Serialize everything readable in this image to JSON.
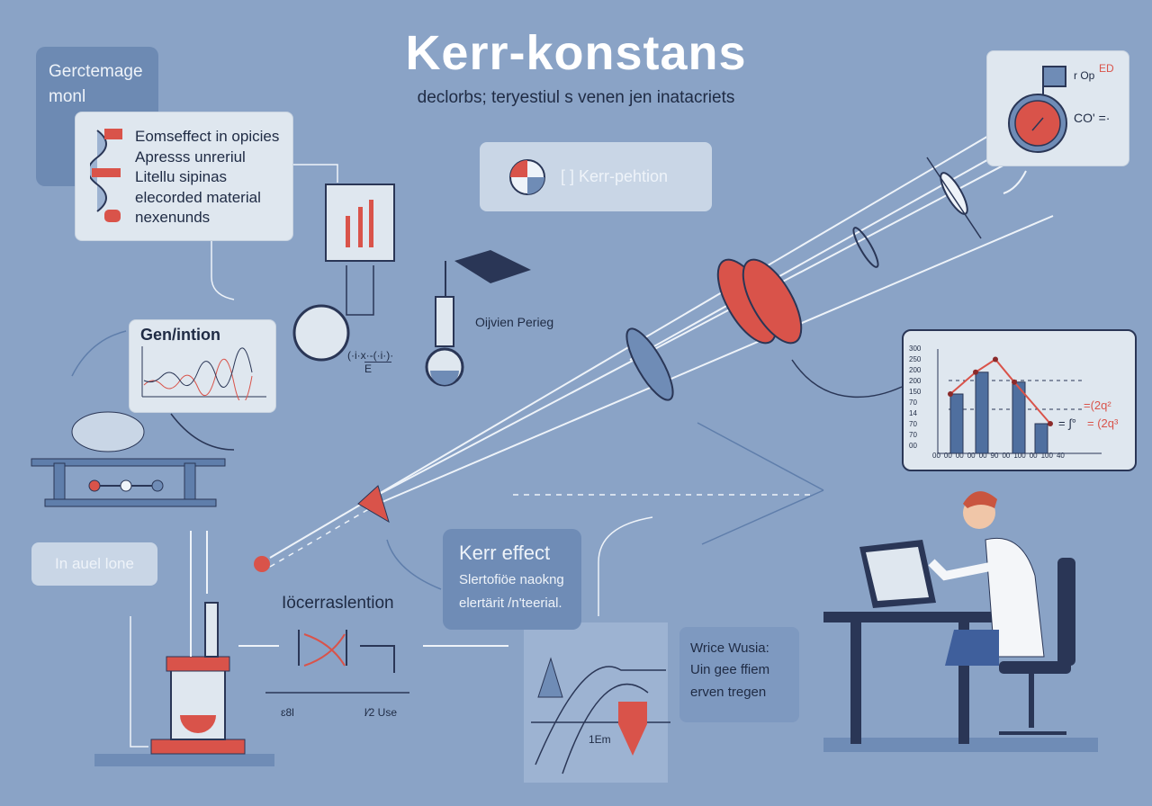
{
  "header": {
    "title": "Kerr-konstans",
    "subtitle": "declorbs; teryestiul s venen jen inatacriets"
  },
  "top_left_box": {
    "label_line1": "Gerctemage",
    "label_line2": "monl"
  },
  "info_card": {
    "lines": [
      "Eomseffect in opicies",
      "Apresss unreriul",
      "Litellu sipinas",
      "elecorded material",
      "nexenunds"
    ]
  },
  "kerr_pill": {
    "label": "[ ] Kerr-pehtion"
  },
  "generation_card": {
    "title": "Gen/intion"
  },
  "flask_label": "Oijvien Perieg",
  "formula_label": "(·i·x·-(·i·)·",
  "formula_sub": "E",
  "top_right_device": {
    "label_top": "r Op",
    "label_top_red": "ED",
    "label_mid": "CO' =·"
  },
  "inset_chart": {
    "y_ticks": [
      "300",
      "250",
      "200",
      "200",
      "150",
      "70",
      "14",
      "70",
      "70",
      "00"
    ],
    "x_ticks": [
      "00",
      "00",
      "00",
      "00",
      "00",
      "90",
      "00",
      "100",
      "00",
      "100",
      "40"
    ],
    "bar_values": [
      0.6,
      0.82,
      0.72,
      0.3
    ],
    "line_values": [
      0.6,
      0.82,
      0.95,
      0.72,
      0.3
    ],
    "eq1": "=(2q²",
    "eq2_black": "= ∫°",
    "eq2_red": "= (2q³"
  },
  "left_pill": {
    "label": "In auel lone"
  },
  "correlation": {
    "title": "Iöcerraslention",
    "label_left": "ɛ8l",
    "label_right": "l⁄2 Use"
  },
  "kerr_effect_box": {
    "title": "Kerr effect",
    "line1": "Slertofiöe naokng",
    "line2": "elertärit /n'teerial."
  },
  "graph_label": "1Em",
  "note_box": {
    "lines": [
      "Wrice Wusia:",
      "Uin gee ffiem",
      "erven tregen"
    ]
  },
  "colors": {
    "background": "#8aa3c6",
    "accent_red": "#d9534a",
    "dark_blue": "#2a3656",
    "card": "#dfe7ef"
  }
}
